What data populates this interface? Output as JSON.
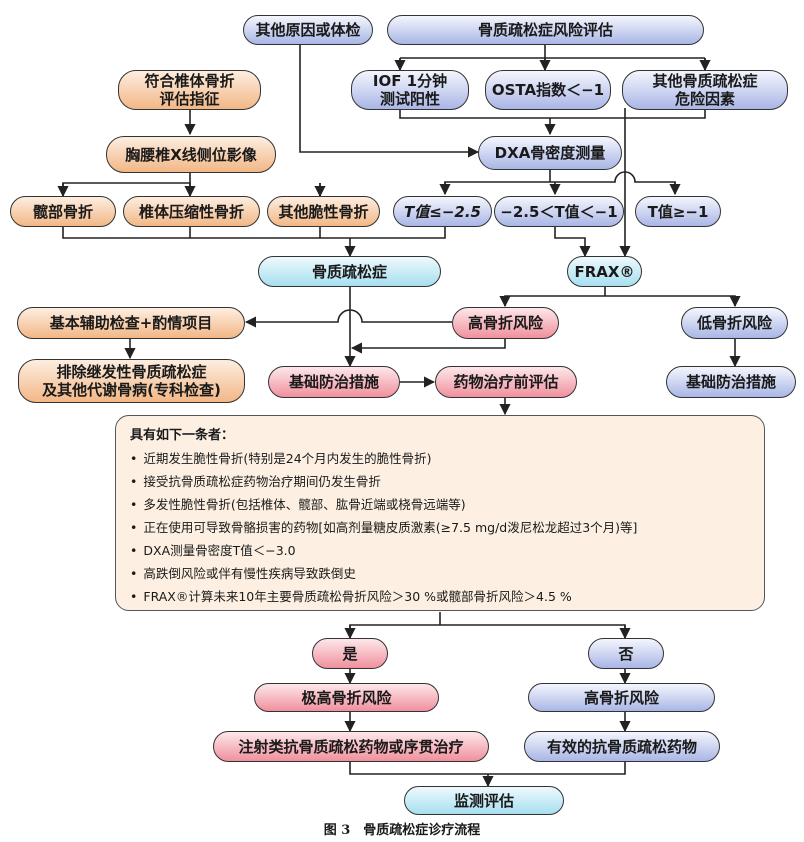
{
  "nodes": {
    "other_cause": "其他原因或体检",
    "risk_assess": "骨质疏松症风险评估",
    "iof": "IOF 1分钟\n测试阳性",
    "osta": "OSTA指数＜−1",
    "other_risk": "其他骨质疏松症\n危险因素",
    "vertebral_indication": "符合椎体骨折\n评估指征",
    "xray": "胸腰椎X线侧位影像",
    "dxa": "DXA骨密度测量",
    "hip_fracture": "髋部骨折",
    "vertebral_fracture": "椎体压缩性骨折",
    "other_fragility": "其他脆性骨折",
    "t_le": "T值≤−2.5",
    "t_mid": "−2.5＜T值＜−1",
    "t_ge": "T值≥−1",
    "osteoporosis": "骨质疏松症",
    "frax": "FRAX®",
    "basic_exam": "基本辅助检查+酌情项目",
    "high_risk": "高骨折风险",
    "low_risk": "低骨折风险",
    "exclude": "排除继发性骨质疏松症\n及其他代谢骨病(专科检查)",
    "basic_prevention_left": "基础防治措施",
    "pre_treatment": "药物治疗前评估",
    "basic_prevention_right": "基础防治措施",
    "yes": "是",
    "no": "否",
    "very_high_risk": "极高骨折风险",
    "high_risk_2": "高骨折风险",
    "injection": "注射类抗骨质疏松药物或序贯治疗",
    "effective_drug": "有效的抗骨质疏松药物",
    "monitor": "监测评估"
  },
  "criteria": {
    "heading": "具有如下一条者：",
    "items": [
      "近期发生脆性骨折(特别是24个月内发生的脆性骨折)",
      "接受抗骨质疏松症药物治疗期间仍发生骨折",
      "多发性脆性骨折(包括椎体、髋部、肱骨近端或桡骨远端等)",
      "正在使用可导致骨骼损害的药物[如高剂量糖皮质激素(≥7.5 mg/d泼尼松龙超过3个月)等]",
      "DXA测量骨密度T值＜−3.0",
      "高跌倒风险或伴有慢性疾病导致跌倒史",
      "FRAX®计算未来10年主要骨质疏松骨折风险＞30 %或髋部骨折风险＞4.5 %"
    ]
  },
  "caption": "图 3　骨质疏松症诊疗流程",
  "colors": {
    "blue": "#a9b6e6",
    "orange": "#f2b786",
    "cyan": "#a7dff0",
    "pink": "#f0909d",
    "box": "#fdf0e2"
  }
}
